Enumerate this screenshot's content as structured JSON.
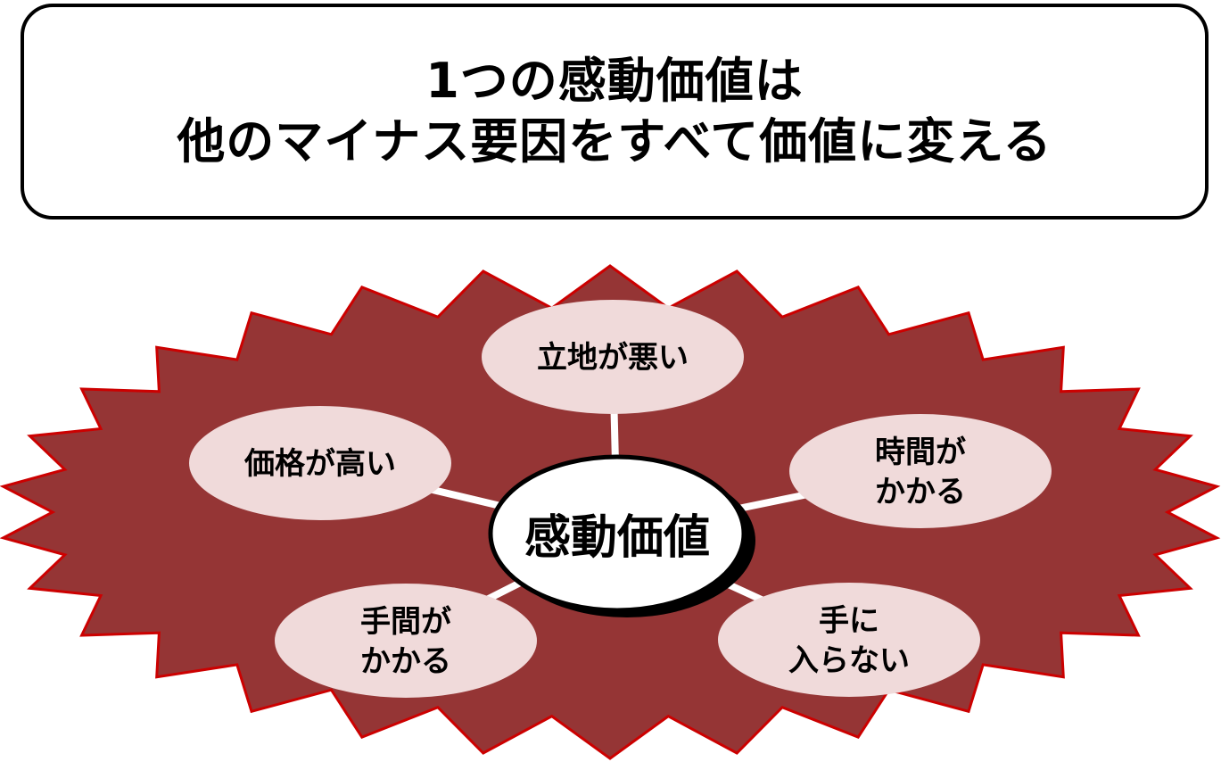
{
  "title": {
    "line1": "1つの感動価値は",
    "line2": "他のマイナス要因をすべて価値に変える"
  },
  "center": {
    "label": "感動価値"
  },
  "factors": [
    {
      "id": "location",
      "lines": [
        "立地が悪い"
      ]
    },
    {
      "id": "time",
      "lines": [
        "時間が",
        "かかる"
      ]
    },
    {
      "id": "availability",
      "lines": [
        "手に",
        "入らない"
      ]
    },
    {
      "id": "effort",
      "lines": [
        "手間が",
        "かかる"
      ]
    },
    {
      "id": "price",
      "lines": [
        "価格が高い"
      ]
    }
  ],
  "colors": {
    "burst_fill": "#953535",
    "burst_stroke": "#cc0000",
    "bubble_fill": "#f0dada",
    "connector": "#ffffff",
    "center_fill": "#ffffff",
    "center_shadow": "#000000"
  }
}
